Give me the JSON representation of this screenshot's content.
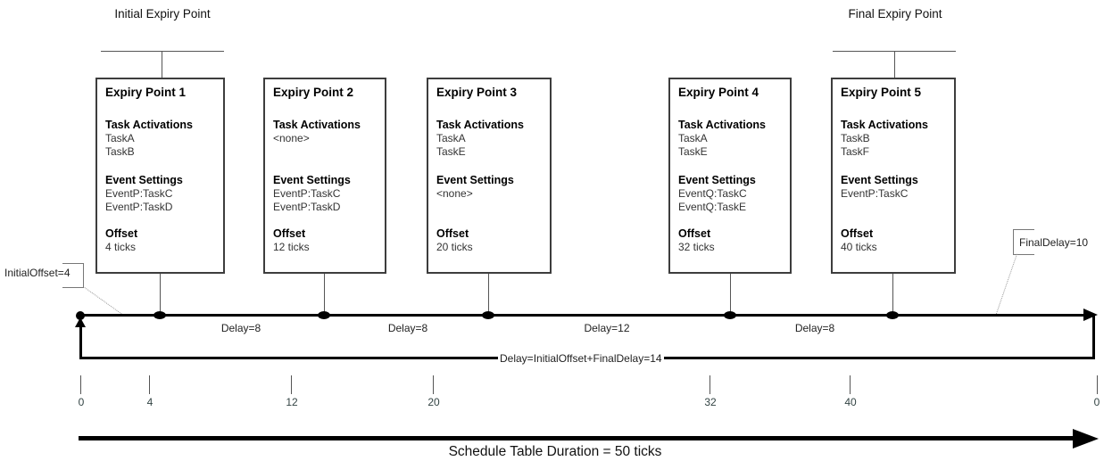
{
  "header": {
    "initial_expiry_label": "Initial Expiry Point",
    "final_expiry_label": "Final Expiry Point"
  },
  "section_labels": {
    "task_activations": "Task Activations",
    "event_settings": "Event Settings",
    "offset": "Offset"
  },
  "expiry_points": [
    {
      "title": "Expiry Point 1",
      "tasks": [
        "TaskA",
        "TaskB"
      ],
      "events": [
        "EventP:TaskC",
        "EventP:TaskD"
      ],
      "offset": "4 ticks"
    },
    {
      "title": "Expiry Point 2",
      "tasks": [
        "<none>"
      ],
      "events": [
        "EventP:TaskC",
        "EventP:TaskD"
      ],
      "offset": "12 ticks"
    },
    {
      "title": "Expiry Point 3",
      "tasks": [
        "TaskA",
        "TaskE"
      ],
      "events": [
        "<none>"
      ],
      "offset": "20 ticks"
    },
    {
      "title": "Expiry Point 4",
      "tasks": [
        "TaskA",
        "TaskE"
      ],
      "events": [
        "EventQ:TaskC",
        "EventQ:TaskE"
      ],
      "offset": "32 ticks"
    },
    {
      "title": "Expiry Point 5",
      "tasks": [
        "TaskB",
        "TaskF"
      ],
      "events": [
        "EventP:TaskC"
      ],
      "offset": "40 ticks"
    }
  ],
  "timeline": {
    "initial_offset_label": "InitialOffset=4",
    "final_delay_label": "FinalDelay=10",
    "delays": [
      "Delay=8",
      "Delay=8",
      "Delay=12",
      "Delay=8"
    ],
    "wraparound_label": "Delay=InitialOffset+FinalDelay=14"
  },
  "axis": {
    "ticks": [
      "0",
      "4",
      "12",
      "20",
      "32",
      "40",
      "0"
    ],
    "duration_label": "Schedule Table Duration = 50 ticks"
  },
  "colors": {
    "line": "#000000",
    "border": "#3d3d3d",
    "background": "#ffffff"
  }
}
